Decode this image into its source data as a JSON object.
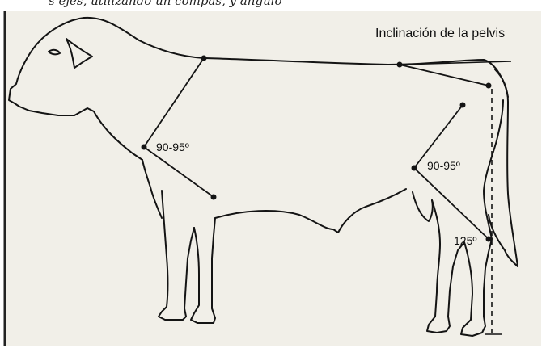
{
  "header_fragment": "s ejes, utilizando un compás, y ángulo",
  "title": "Inclinación de la pelvis",
  "angles": {
    "shoulder": "90-95º",
    "hip": "90-95º",
    "hock": "125º"
  },
  "colors": {
    "paper": "#f1efe8",
    "ink": "#141414",
    "border": "#222222"
  }
}
